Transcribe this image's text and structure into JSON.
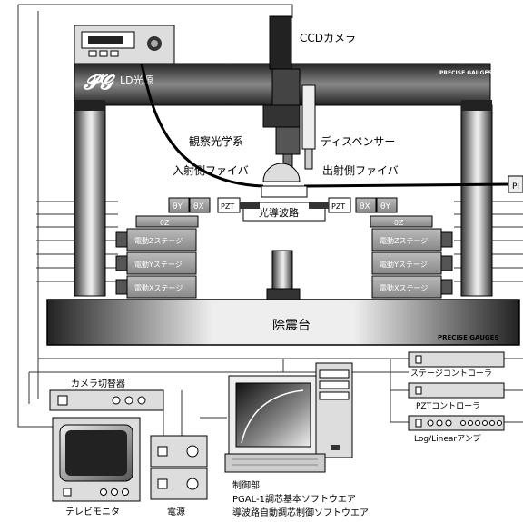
{
  "labels": {
    "ccd_camera": "CCDカメラ",
    "ld_source": "LD光源",
    "brand_top": "PRECISE GAUGES",
    "brand_bottom": "PRECISE GAUGES",
    "observation_optics": "観察光学系",
    "dispenser": "ディスペンサー",
    "input_fiber": "入射側ファイバ",
    "output_fiber": "出射側ファイバ",
    "pf_tag": "PI",
    "waveguide": "光導波路",
    "isolation_table": "除震台",
    "theta_y": "θY",
    "theta_x": "θX",
    "theta_z": "θZ",
    "pzt": "PZT",
    "stage_z": "電動Zステージ",
    "stage_y": "電動Yステージ",
    "stage_x": "電動Xステージ",
    "camera_switcher": "カメラ切替器",
    "tv_monitor": "テレビモニタ",
    "power_supply": "電源",
    "stage_controller": "ステージコントローラ",
    "pzt_controller": "PZTコントローラ",
    "log_linear_amp": "Log/Linearアンプ",
    "control_unit": "制御部",
    "software_basic": "PGAL-1調芯基本ソフトウエア",
    "software_auto": "導波路自動調芯制御ソフトウエア"
  },
  "icons": {
    "logo": "pg-logo",
    "camera": "ccd-camera-icon",
    "computer": "computer-icon",
    "monitor": "tv-monitor-icon"
  }
}
